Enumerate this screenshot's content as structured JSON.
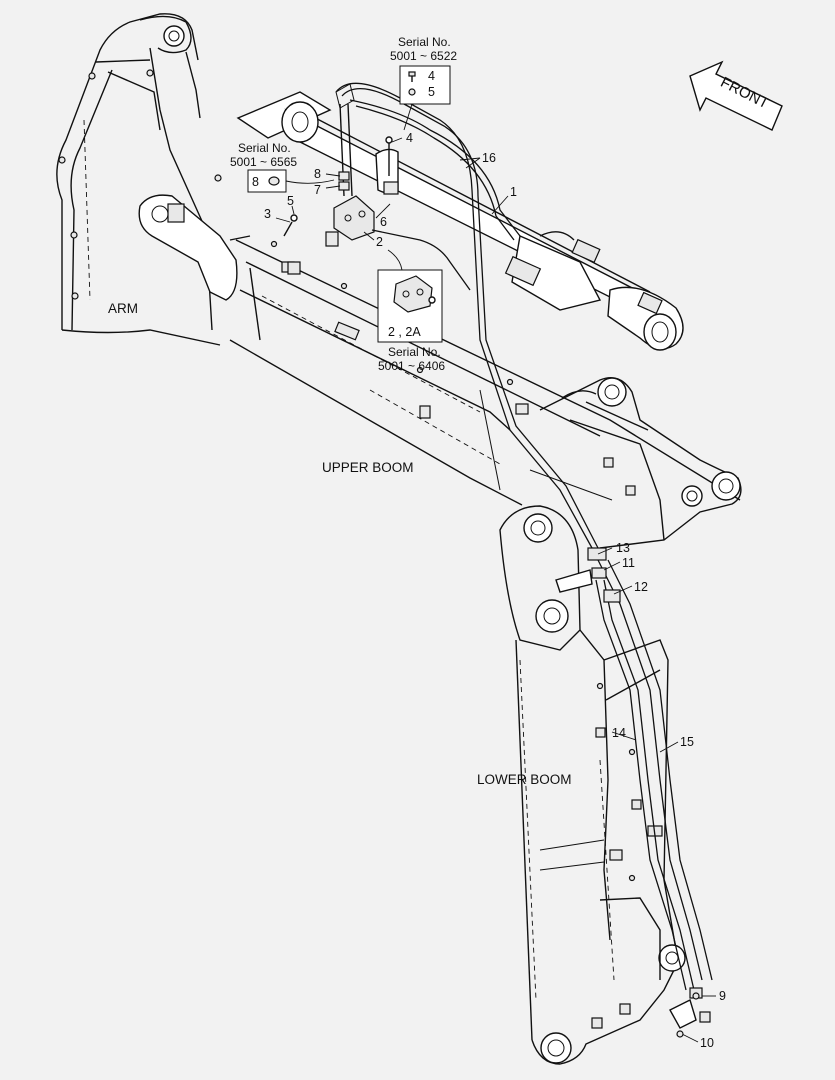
{
  "labels": {
    "arm": "ARM",
    "upper_boom": "UPPER BOOM",
    "lower_boom": "LOWER BOOM",
    "front": "FRONT"
  },
  "serial_notes": [
    {
      "title": "Serial No.",
      "range": "5001 ~ 6522"
    },
    {
      "title": "Serial No.",
      "range": "5001 ~ 6565"
    },
    {
      "title": "Serial No.",
      "range": "5001 ~ 6406"
    }
  ],
  "callouts": {
    "p1": "1",
    "p2": "2",
    "p2_2a": "2 , 2A",
    "p3": "3",
    "p4a": "4",
    "p4b": "4",
    "p5a": "5",
    "p5b": "5",
    "p6": "6",
    "p7": "7",
    "p8a": "8",
    "p8b": "8",
    "p9": "9",
    "p10": "10",
    "p11": "11",
    "p12": "12",
    "p13": "13",
    "p14": "14",
    "p15": "15",
    "p16": "16"
  }
}
